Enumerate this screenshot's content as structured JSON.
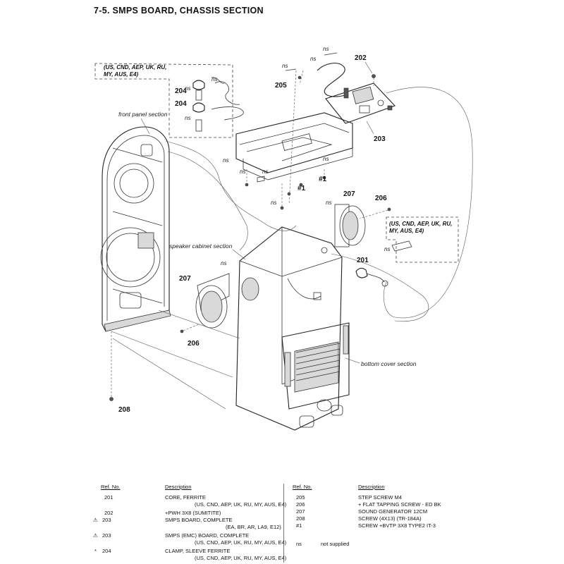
{
  "page_title": "7-5.  SMPS BOARD, CHASSIS SECTION",
  "diagram": {
    "region_box_top": "(US, CND, AEP, UK, RU,\nMY, AUS, E4)",
    "region_box_top_l1": "(US, CND, AEP, UK, RU,",
    "region_box_top_l2": "MY, AUS, E4)",
    "region_box_right_l1": "(US, CND, AEP, UK, RU,",
    "region_box_right_l2": "MY, AUS, E4)",
    "section_labels": {
      "front_panel": "front panel section",
      "speaker_cabinet": "speaker cabinet section",
      "bottom_cover": "bottom cover section"
    },
    "callouts": {
      "c202": "202",
      "c203": "203",
      "c204a": "204",
      "c204b": "204",
      "c205": "205",
      "c206a": "206",
      "c206b": "206",
      "c207a": "207",
      "c207b": "207",
      "c201": "201",
      "c208": "208",
      "h1a": "#1",
      "h1b": "#1"
    },
    "ns": "ns"
  },
  "parts_table": {
    "col_ref": "Ref. No.",
    "col_desc": "Description",
    "left": [
      {
        "mark": "",
        "ref": "201",
        "desc": "CORE, FERRITE",
        "sub": "(US, CND, AEP, UK, RU, MY, AUS, E4)"
      },
      {
        "mark": "",
        "ref": "202",
        "desc": "+PWH 3X8 (SUMITITE)",
        "sub": ""
      },
      {
        "mark": "⚠",
        "ref": "203",
        "desc": "SMPS BOARD, COMPLETE",
        "sub": "(EA, BR, AR, LA9, E12)"
      },
      {
        "mark": "⚠",
        "ref": "203",
        "desc": "SMPS (EMC) BOARD, COMPLETE",
        "sub": "(US, CND, AEP, UK, RU, MY, AUS, E4)"
      },
      {
        "mark": "*",
        "ref": "204",
        "desc": "CLAMP, SLEEVE FERRITE",
        "sub": "(US, CND, AEP, UK, RU, MY, AUS, E4)"
      }
    ],
    "right": [
      {
        "ref": "205",
        "desc": "STEP SCREW M4"
      },
      {
        "ref": "206",
        "desc": "+ FLAT TAPPING SCREW - ED BK"
      },
      {
        "ref": "207",
        "desc": "SOUND GENERATOR 12CM"
      },
      {
        "ref": "208",
        "desc": "SCREW (4X13) (TR-184A)"
      },
      {
        "ref": "#1",
        "desc": "SCREW +BVTP 3X8 TYPE2 IT-3"
      }
    ],
    "ns_key": "ns",
    "ns_desc": "not supplied"
  }
}
